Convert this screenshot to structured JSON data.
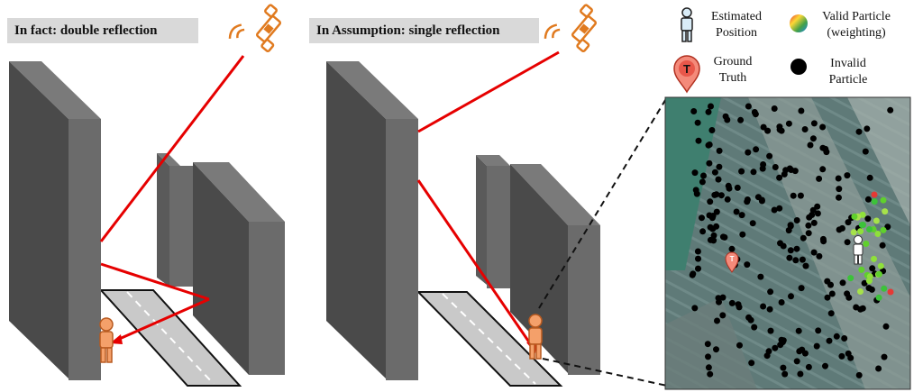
{
  "panels": {
    "left_title": "In fact: double reflection",
    "right_title": "In Assumption: single reflection"
  },
  "legend": {
    "estimated_position": "Estimated Position",
    "ground_truth": "Ground Truth",
    "valid_particle": "Valid Particle (weighting)",
    "invalid_particle": "Invalid Particle"
  },
  "icons": {
    "satellite": "satellite-icon",
    "person": "pedestrian-icon",
    "ground_truth_marker": "map-pin-icon",
    "estimated_marker": "person-icon"
  },
  "map_marker_letter": "T",
  "colors": {
    "building_front": "#4a4a4a",
    "building_side": "#6b6b6b",
    "building_top": "#7a7a7a",
    "signal_ray": "#e60000",
    "satellite": "#e07a1f",
    "road": "#c9c9c9",
    "valid_particle": "#5fd02c",
    "invalid_particle": "#000000"
  }
}
